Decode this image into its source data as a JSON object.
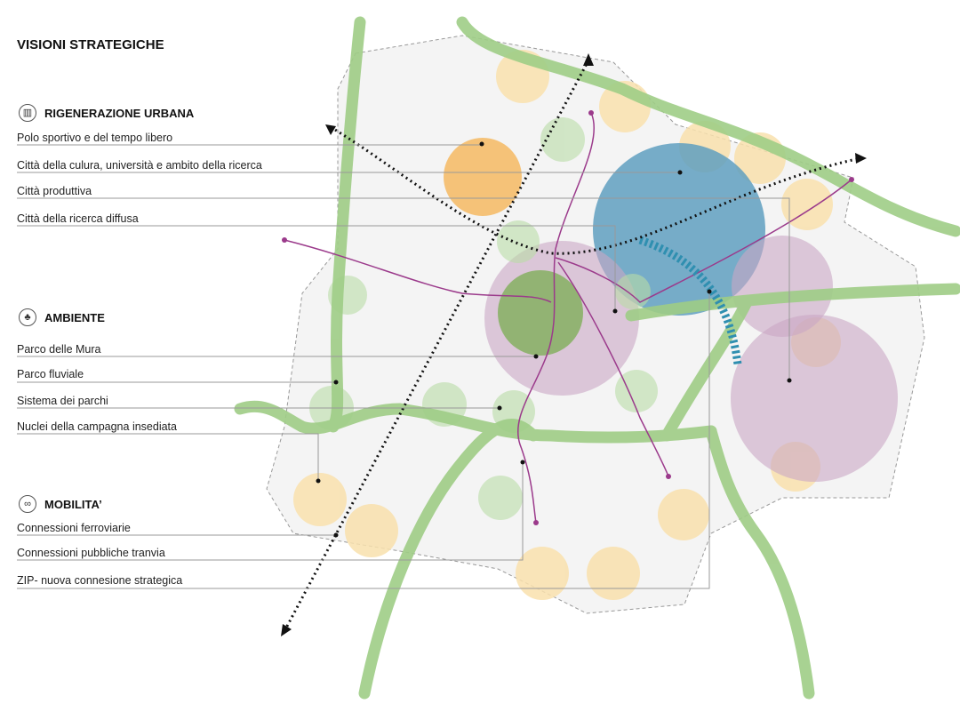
{
  "title": "VISIONI STRATEGICHE",
  "sections": [
    {
      "heading": "RIGENERAZIONE URBANA",
      "icon": "building-icon",
      "items": [
        "Polo sportivo e del tempo libero",
        "Città della culura, università e ambito della ricerca",
        "Città produttiva",
        "Città della ricerca diffusa"
      ]
    },
    {
      "heading": "AMBIENTE",
      "icon": "tree-icon",
      "items": [
        "Parco delle Mura",
        "Parco fluviale",
        "Sistema dei parchi",
        "Nuclei della campagna insediata"
      ]
    },
    {
      "heading": "MOBILITA’",
      "icon": "route-icon",
      "items": [
        "Connessioni ferroviarie",
        "Connessioni pubbliche tranvia",
        "ZIP- nuova connesione strategica"
      ]
    }
  ],
  "colors": {
    "green": "#9fcd86",
    "orange": "#f5c37a",
    "blue": "#5f9fbf",
    "purple": "#c9a6c4",
    "yellow": "#f9e1ad",
    "tram": "#9b3a8b",
    "zip": "#2f8fb0"
  }
}
